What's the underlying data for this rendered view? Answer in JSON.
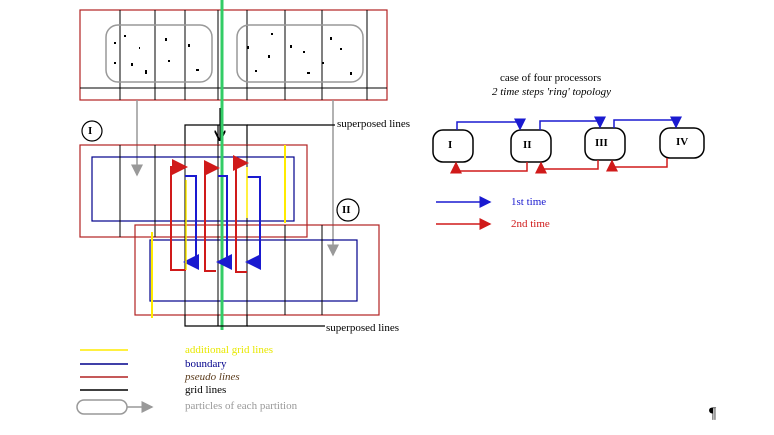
{
  "labels": {
    "superposed_top": "superposed lines",
    "superposed_bottom": "superposed lines",
    "roman_I": "I",
    "roman_II": "II"
  },
  "topology": {
    "title_line1": "case of four processors",
    "title_line2": "2 time steps 'ring' topology",
    "nodes": [
      "I",
      "II",
      "III",
      "IV"
    ],
    "first_time_label": "1st time",
    "second_time_label": "2nd time"
  },
  "legend": {
    "additional": "additional grid lines",
    "boundary": "boundary",
    "pseudo": "pseudo lines",
    "grid": "grid lines",
    "particles": "particles of each partition"
  },
  "colors": {
    "partition_border": "#b22222",
    "boundary": "#00008b",
    "grid": "#000000",
    "additional": "#ffeb00",
    "pseudo": "#cc0000",
    "particle_group": "#999999",
    "center_line": "#33cc66",
    "first_time": "#1a1ad0",
    "second_time": "#d01a1a"
  },
  "pilcrow": "¶"
}
